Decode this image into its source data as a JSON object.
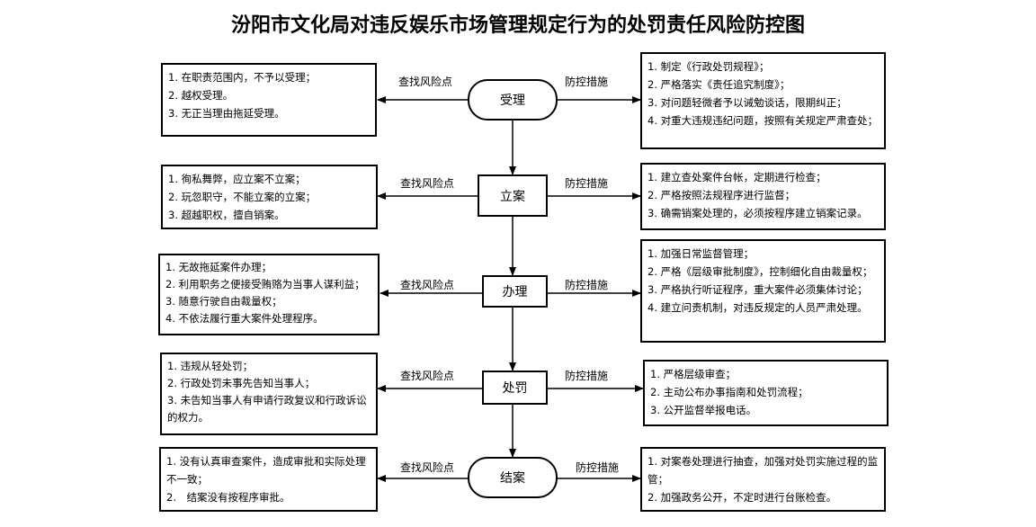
{
  "title": "汾阳市文化局对违反娱乐市场管理规定行为的处罚责任风险防控图",
  "risk_label": "查找风险点",
  "measure_label": "防控措施",
  "stages": [
    {
      "node": "受理",
      "risks": [
        "1. 在职责范围内，不予以受理；",
        "2. 越权受理。",
        "3. 无正当理由拖延受理。"
      ],
      "measures": [
        "1. 制定《行政处罚规程》；",
        "2. 严格落实《责任追究制度》；",
        "3. 对问题轻微者予以诫勉谈话，限期纠正；",
        "4. 对重大违规违纪问题，按照有关规定严肃查处；"
      ]
    },
    {
      "node": "立案",
      "risks": [
        "1. 徇私舞弊，应立案不立案；",
        "2. 玩忽职守，不能立案的立案；",
        "3. 超越职权，擅自销案。"
      ],
      "measures": [
        "1. 建立查处案件台帐，定期进行检查；",
        "2. 严格按照法规程序进行监督；",
        "3. 确需销案处理的，必须按程序建立销案记录。"
      ]
    },
    {
      "node": "办理",
      "risks": [
        "1. 无故拖延案件办理；",
        "2. 利用职务之便接受贿赂为当事人谋利益；",
        "3. 随意行驶自由裁量权；",
        "4. 不依法履行重大案件处理程序。"
      ],
      "measures": [
        "1. 加强日常监督管理；",
        "2. 严格《层级审批制度》，控制细化自由裁量权；",
        "3. 严格执行听证程序，重大案件必须集体讨论；",
        "4. 建立问责机制，对违反规定的人员严肃处理。"
      ]
    },
    {
      "node": "处罚",
      "risks": [
        "1. 违规从轻处罚；",
        "2. 行政处罚未事先告知当事人；",
        "3. 未告知当事人有申请行政复议和行政诉讼的权力。"
      ],
      "measures": [
        "1. 严格层级审查；",
        "2. 主动公布办事指南和处罚流程；",
        "3. 公开监督举报电话。"
      ]
    },
    {
      "node": "结案",
      "risks": [
        "1. 没有认真审查案件，造成审批和实际处理不一致；",
        "2.　结案没有按程序审批。"
      ],
      "measures": [
        "1. 对案卷处理进行抽查，加强对处罚实施过程的监管；",
        "2. 加强政务公开，不定时进行台账检查。"
      ]
    }
  ]
}
